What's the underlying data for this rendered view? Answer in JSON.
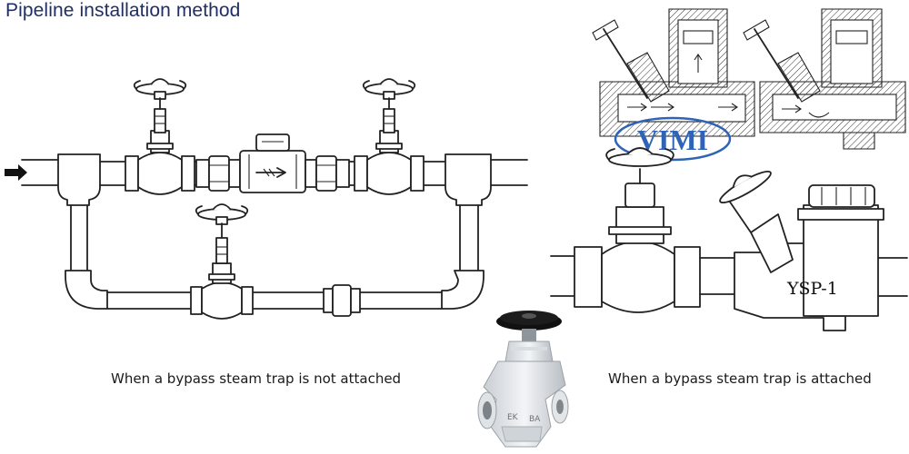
{
  "title": "Pipeline installation method",
  "captions": {
    "left": "When a bypass steam trap is not attached",
    "right": "When a bypass steam trap is attached"
  },
  "labels": {
    "watermark": "VIMI",
    "model": "YSP-1",
    "casting_left": "EK",
    "casting_right": "BA"
  },
  "colors": {
    "title": "#1f2f63",
    "watermark": "#2f63b8",
    "valve_handle": "#111111",
    "valve_body": "#e6e9ec"
  },
  "icons": [
    "flow-arrow-icon",
    "valve-handwheel-icon",
    "steam-trap-icon",
    "bypass-valve-photo-icon"
  ]
}
